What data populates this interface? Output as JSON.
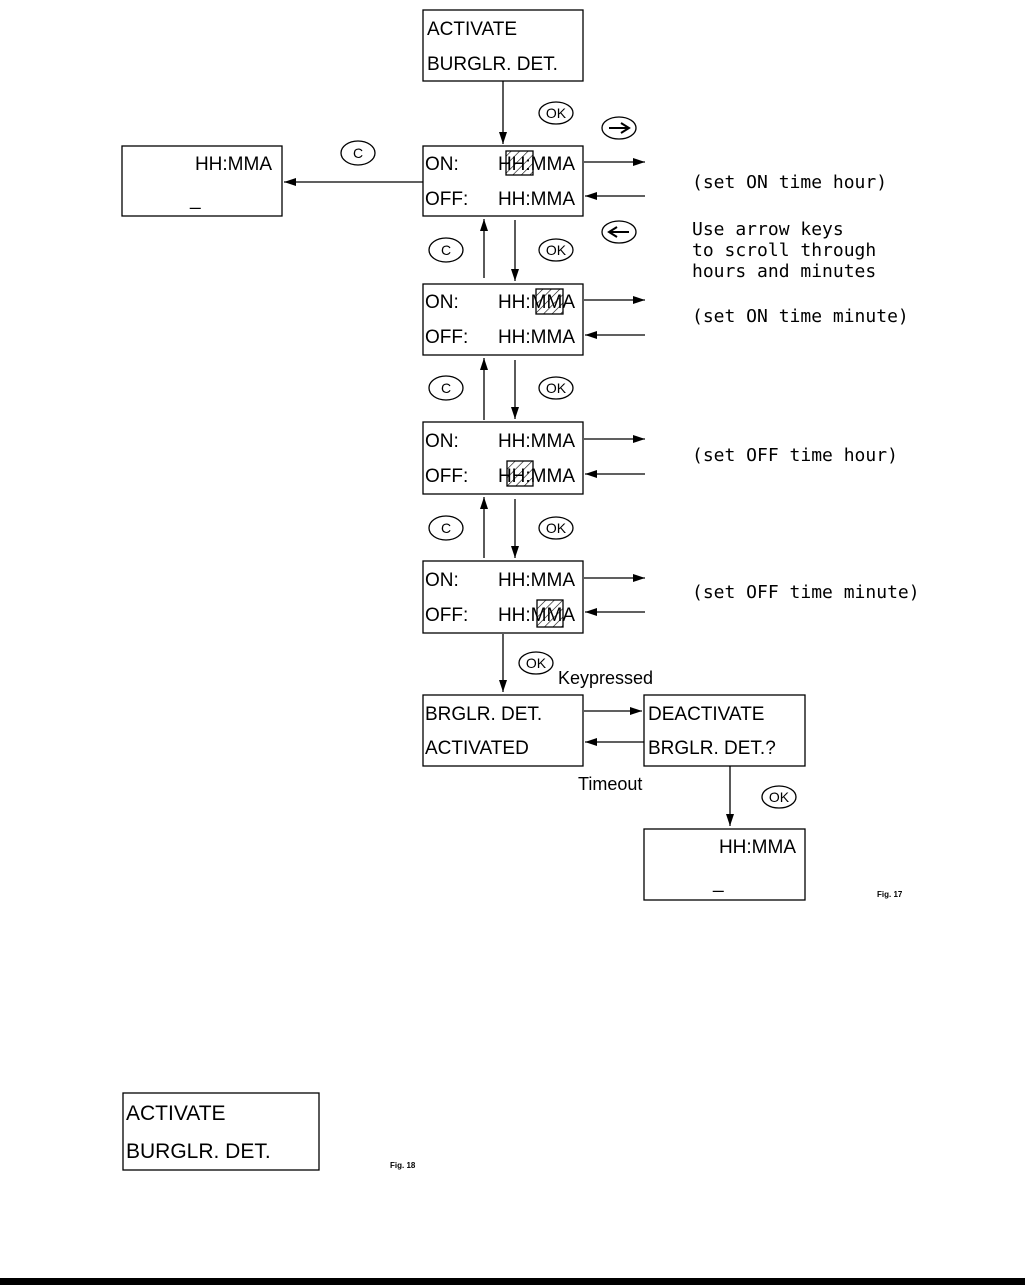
{
  "screens": {
    "activate": {
      "line1": "ACTIVATE",
      "line2": "BURGLR. DET."
    },
    "cancel": {
      "line1": "HH:MMA",
      "line2": "_"
    },
    "on_hour": {
      "on_label": "ON:",
      "on_value": "HH:MMA",
      "off_label": "OFF:",
      "off_value": "HH:MMA"
    },
    "on_minute": {
      "on_label": "ON:",
      "on_value": "HH:MMA",
      "off_label": "OFF:",
      "off_value": "HH:MMA"
    },
    "off_hour": {
      "on_label": "ON:",
      "on_value": "HH:MMA",
      "off_label": "OFF:",
      "off_value": "HH:MMA"
    },
    "off_minute": {
      "on_label": "ON:",
      "on_value": "HH:MMA",
      "off_label": "OFF:",
      "off_value": "HH:MMA"
    },
    "activated": {
      "line1": "BRGLR. DET.",
      "line2": "ACTIVATED"
    },
    "deactivate": {
      "line1": "DEACTIVATE",
      "line2": "BRGLR. DET.?"
    },
    "final": {
      "line1": "HH:MMA",
      "line2": "_"
    },
    "fig18": {
      "line1": "ACTIVATE",
      "line2": "BURGLR. DET."
    }
  },
  "keys": {
    "ok": "OK",
    "cancel": "C"
  },
  "icons": {
    "right_arrow_key": "right-arrow-key-icon",
    "left_arrow_key": "left-arrow-key-icon"
  },
  "notes": {
    "set_on_hour": "(set ON time hour)",
    "arrow_help_1": "Use arrow keys",
    "arrow_help_2": "to scroll through",
    "arrow_help_3": "hours and minutes",
    "set_on_minute": "(set ON time minute)",
    "set_off_hour": "(set OFF time hour)",
    "set_off_minute": "(set OFF time minute)"
  },
  "labels": {
    "keypressed": "Keypressed",
    "timeout": "Timeout"
  },
  "figures": {
    "fig17": "Fig. 17",
    "fig18": "Fig. 18"
  }
}
